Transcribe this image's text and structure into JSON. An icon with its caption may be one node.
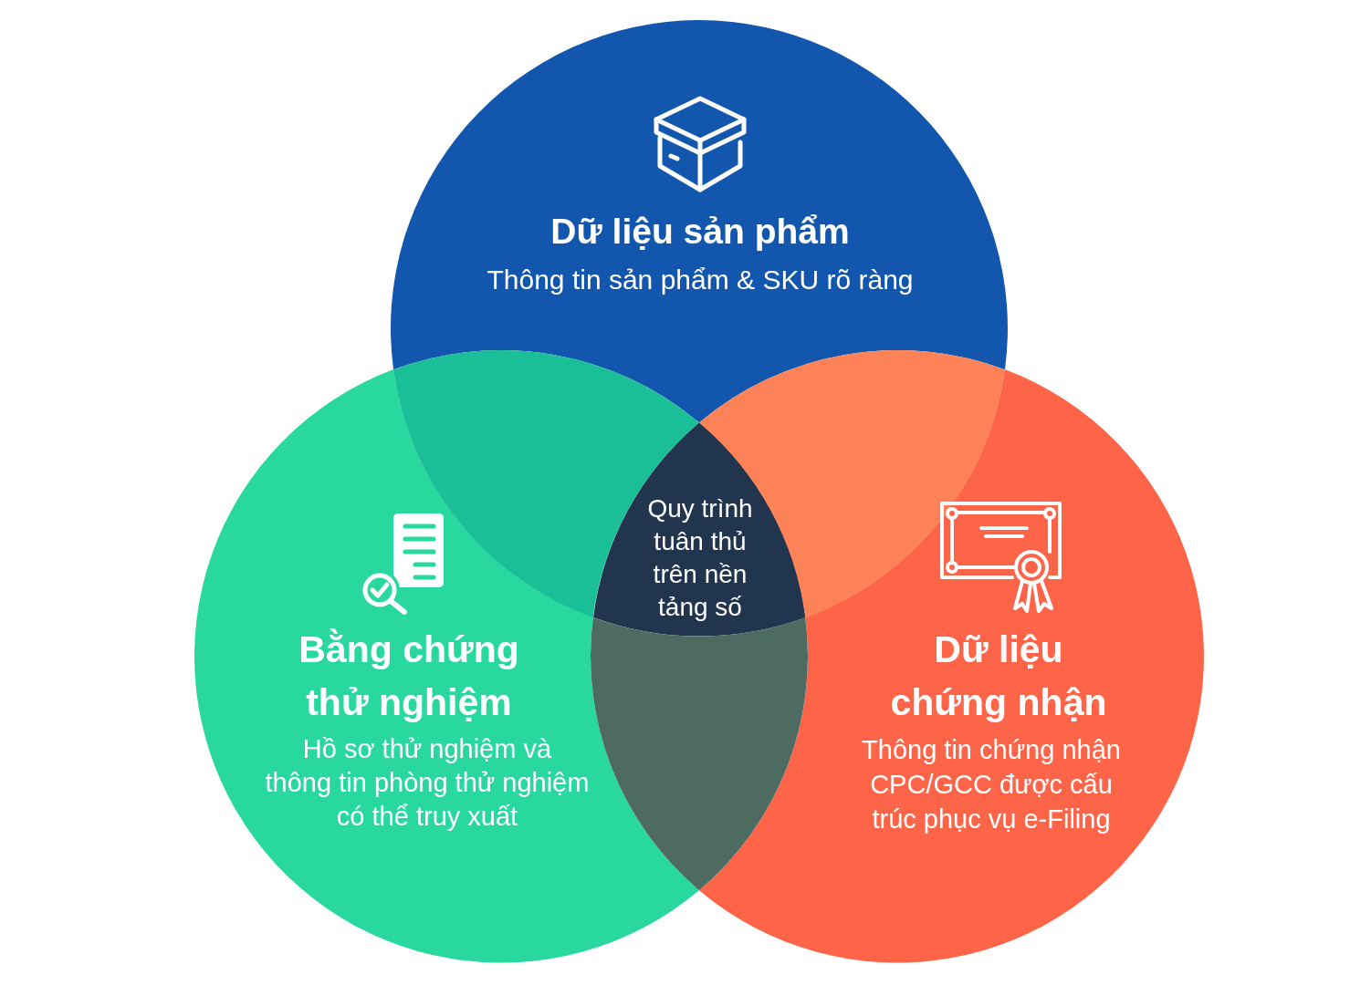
{
  "diagram": {
    "nodes": [
      {
        "text": [
          "Dữ liệu sản phẩm",
          "Thông tin sản phẩm & SKU rõ ràng"
        ]
      },
      {
        "text": [
          "Bằng chứng thử nghiệm",
          "Hồ sơ thử nghiệm và thông tin phòng thử nghiệm có thể truy xuất"
        ]
      },
      {
        "text": [
          "Dữ liệu chứng nhận",
          "Thông tin chứng nhận CPC/GCC được cấu trúc phục vụ e-Filing"
        ]
      },
      {
        "text": [
          "Quy trình tuân thủ trên nền tảng số"
        ]
      },
      {
        "text": [],
        "shape": "lens"
      },
      {
        "text": [],
        "shape": "lens"
      },
      {
        "text": [],
        "shape": "lens"
      }
    ]
  }
}
